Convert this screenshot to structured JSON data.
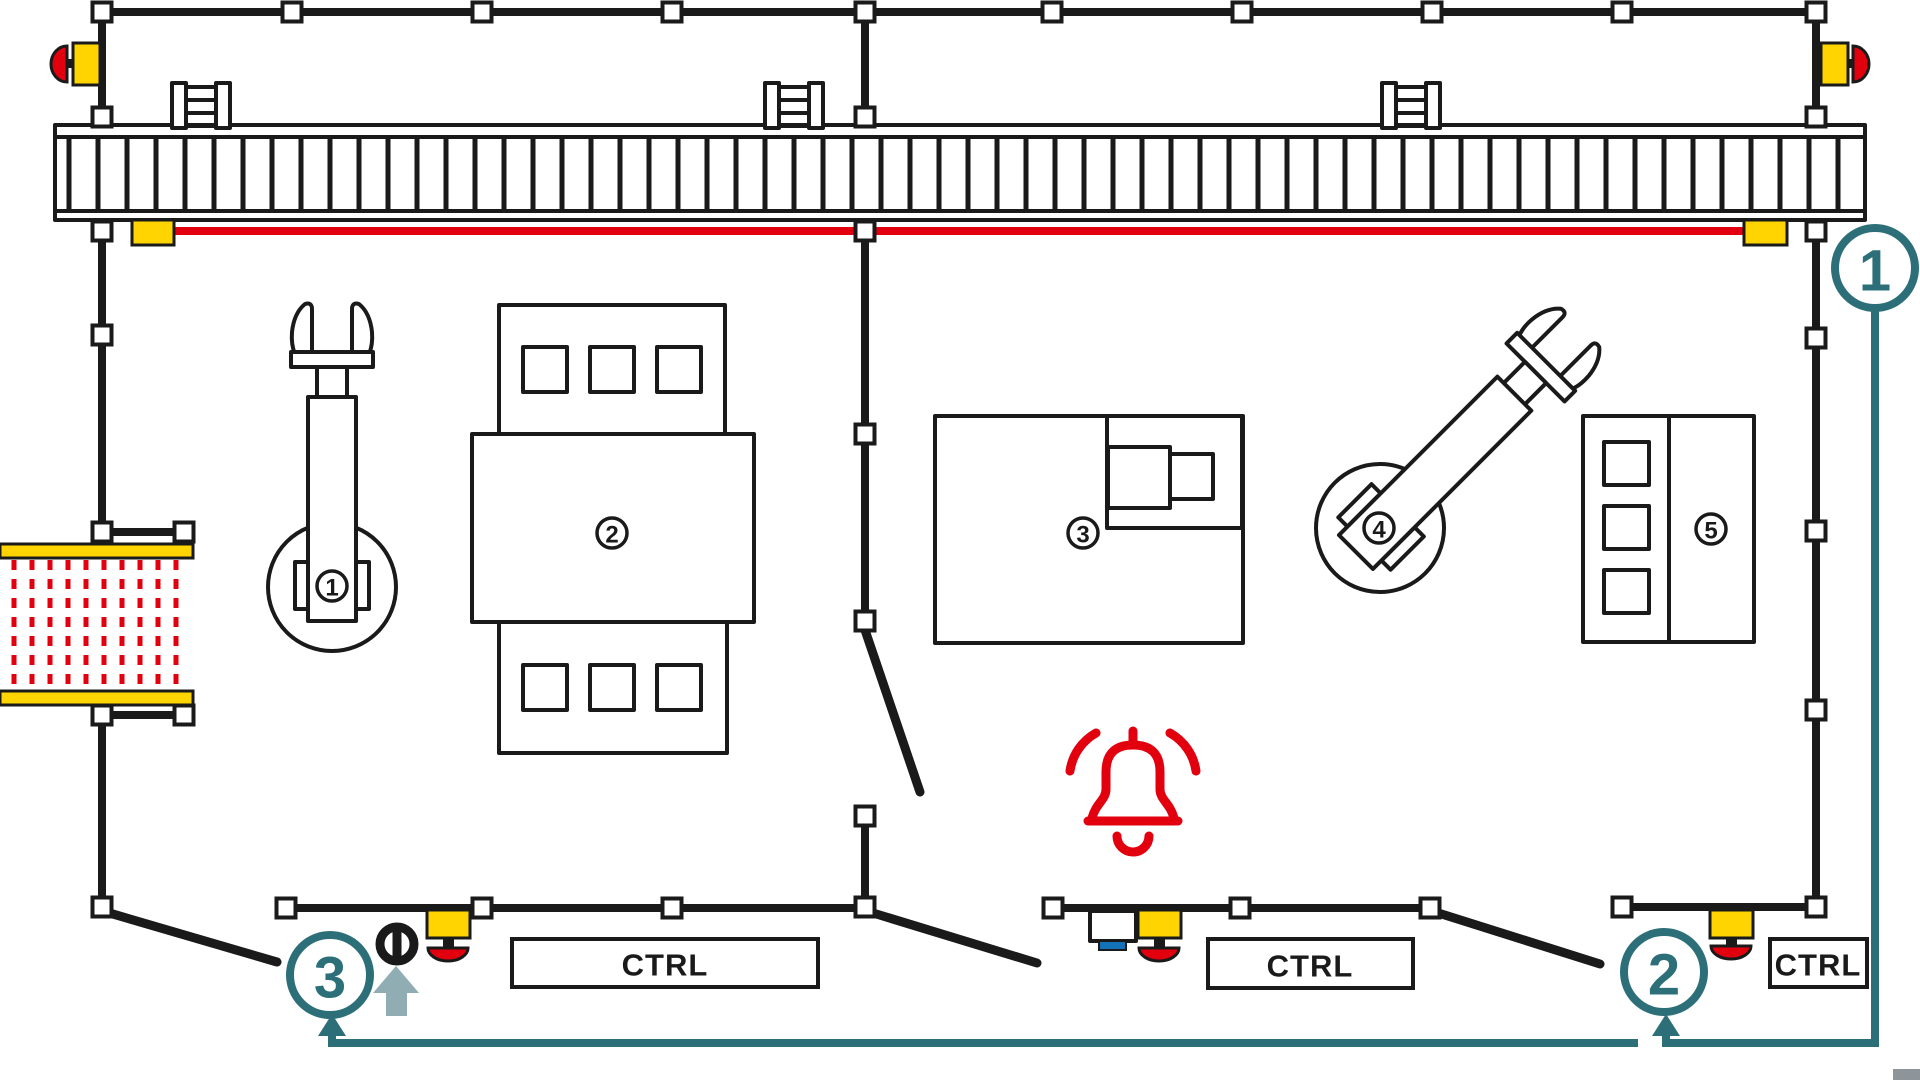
{
  "colors": {
    "teal": "#2d6f78",
    "teal_light": "#8fadb2",
    "red": "#e2000f",
    "yellow": "#ffd400",
    "blue": "#1472b8",
    "black": "#1a1a1a",
    "gray": "#8e959a",
    "white": "#ffffff"
  },
  "callouts": [
    {
      "label": "1"
    },
    {
      "label": "2"
    },
    {
      "label": "3"
    }
  ],
  "machines": [
    {
      "label": "1"
    },
    {
      "label": "2"
    },
    {
      "label": "3"
    },
    {
      "label": "4"
    },
    {
      "label": "5"
    }
  ],
  "control_panels": [
    {
      "label": "CTRL"
    },
    {
      "label": "CTRL"
    },
    {
      "label": "CTRL"
    }
  ],
  "icons": {
    "alarm": "alarm-bell-icon",
    "emergency_stop": "emergency-stop-icon",
    "power": "power-switch-icon",
    "light_curtain": "light-curtain-icon",
    "ladder": "ladder-icon",
    "up_arrow": "up-arrow-icon"
  }
}
